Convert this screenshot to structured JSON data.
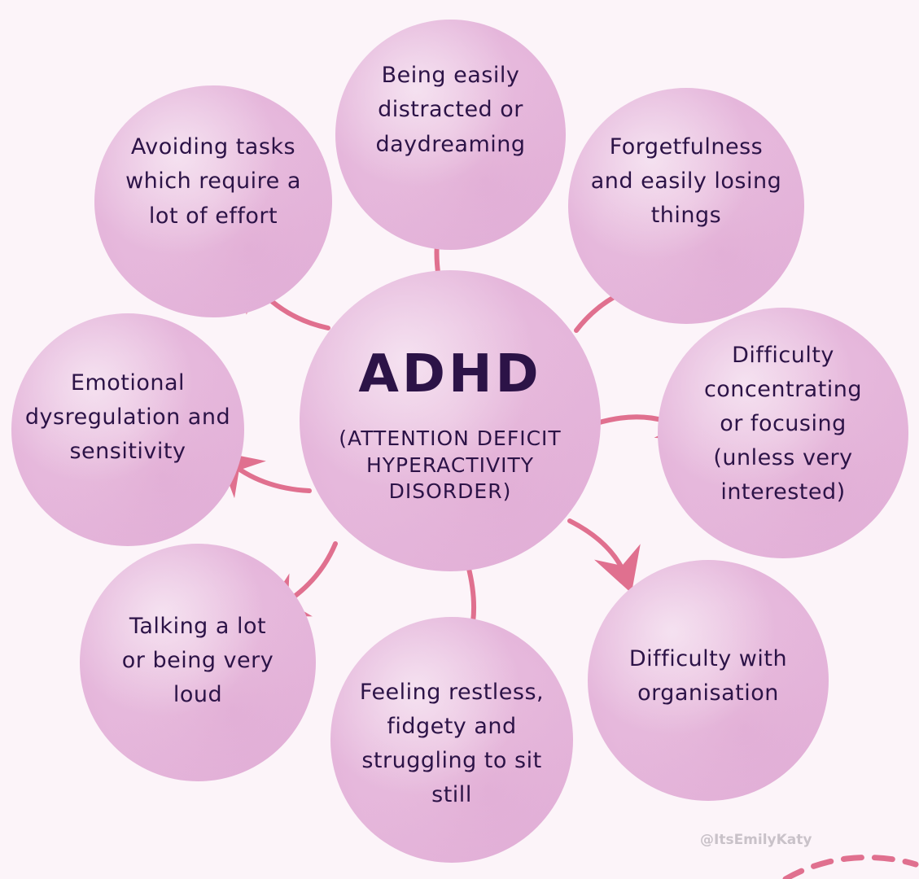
{
  "center": {
    "title": "ADHD",
    "subtitle": "(ATTENTION DEFICIT\nHYPERACTIVITY\nDISORDER)"
  },
  "symptoms": {
    "distracted": "Being easily\ndistracted or\ndaydreaming",
    "forgetfulness": "Forgetfulness\nand easily losing\nthings",
    "concentrating": "Difficulty\nconcentrating\nor focusing\n(unless very\ninterested)",
    "organisation": "Difficulty with\norganisation",
    "restless": "Feeling restless,\nfidgety and\nstruggling to sit\nstill",
    "talking": "Talking a lot\nor being very\nloud",
    "emotional": "Emotional\ndysregulation and\nsensitivity",
    "avoiding": "Avoiding tasks\nwhich require a\nlot of effort"
  },
  "credit": "@ItsEmilyKaty",
  "colors": {
    "background": "#fcf4f9",
    "circle": "#e6b8dc",
    "text": "#2c1347",
    "arrow": "#e0708f",
    "credit": "#c9c2c9"
  }
}
